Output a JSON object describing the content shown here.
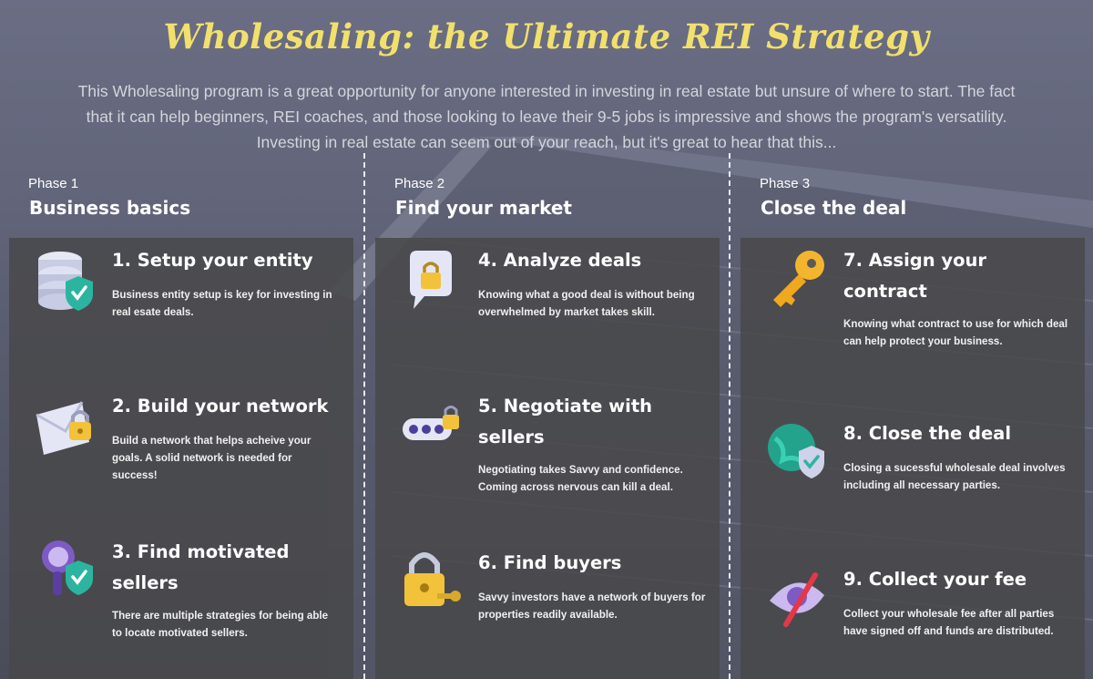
{
  "header": {
    "title": "Wholesaling: the Ultimate REI Strategy",
    "intro": "This Wholesaling program is a great opportunity for anyone interested in investing in real estate but unsure of where to start. The fact that it can help beginners, REI coaches, and those looking to leave their 9-5 jobs is impressive and shows the program's versatility. Investing in real estate can seem out of your reach, but it's great to hear that this..."
  },
  "colors": {
    "title": "#f2e06c",
    "panel": "#48484a",
    "text": "#ffffff"
  },
  "phases": [
    {
      "label": "Phase 1",
      "name": "Business basics",
      "steps": [
        {
          "title": "1. Setup your entity",
          "desc": "Business entity setup is key for investing in real esate deals.",
          "icon": "database-shield-icon"
        },
        {
          "title": "2. Build your network",
          "desc": "Build a network that helps acheive your goals.  A solid network is needed for success!",
          "icon": "envelope-lock-icon"
        },
        {
          "title": "3. Find motivated sellers",
          "desc": "There are multiple strategies for being able to locate motivated sellers.",
          "icon": "magnifier-shield-icon"
        }
      ]
    },
    {
      "label": "Phase 2",
      "name": "Find your market",
      "steps": [
        {
          "title": "4. Analyze deals",
          "desc": "Knowing what a good deal is without being overwhelmed by market takes skill.",
          "icon": "chat-lock-icon"
        },
        {
          "title": "5. Negotiate with sellers",
          "desc": "Negotiating takes Savvy and confidence. Coming across nervous can kill a deal.",
          "icon": "password-lock-icon"
        },
        {
          "title": "6. Find buyers",
          "desc": "Savvy investors have a network of buyers for properties readily available.",
          "icon": "padlock-key-icon"
        }
      ]
    },
    {
      "label": "Phase 3",
      "name": "Close the deal",
      "steps": [
        {
          "title": "7. Assign your contract",
          "desc": "Knowing what contract to use for which deal can help protect your business.",
          "icon": "key-icon"
        },
        {
          "title": "8. Close the deal",
          "desc": "Closing a sucessful wholesale deal involves including all necessary parties.",
          "icon": "globe-shield-icon"
        },
        {
          "title": "9. Collect your fee",
          "desc": "Collect your wholesale fee after all parties have signed off and funds are distributed.",
          "icon": "eye-hidden-icon"
        }
      ]
    }
  ]
}
